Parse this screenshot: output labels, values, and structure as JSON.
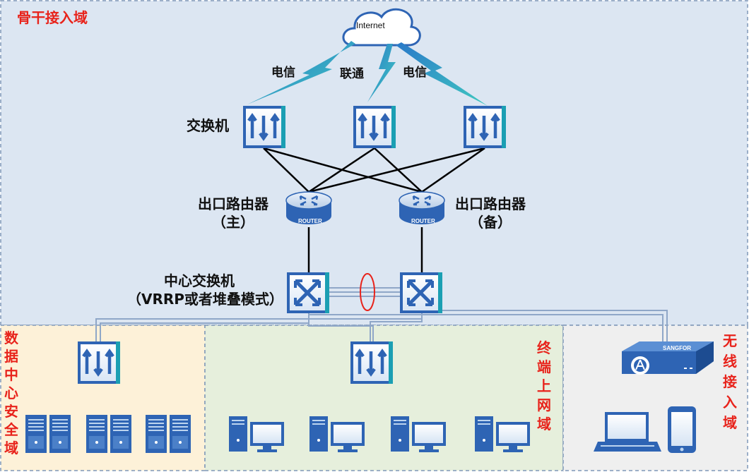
{
  "zones": {
    "backbone": "骨干接入域",
    "datacenter": "数据中心安全域",
    "terminal": "终端上网域",
    "wireless": "无线接入域"
  },
  "internet": {
    "label": "Internet"
  },
  "isp_links": [
    "电信",
    "联通",
    "电信"
  ],
  "labels": {
    "switch": "交换机",
    "router_main_1": "出口路由器",
    "router_main_2": "（主）",
    "router_backup_1": "出口路由器",
    "router_backup_2": "（备）",
    "core_1": "中心交换机",
    "core_2": "（VRRP或者堆叠模式）",
    "router_badge": "ROUTER",
    "ap_brand": "SANGFOR"
  },
  "colors": {
    "backbone_bg": "#dce6f2",
    "datacenter_bg": "#fdf1d8",
    "terminal_bg": "#e6efdc",
    "wireless_bg": "#efefef",
    "device_blue": "#2e64b4",
    "zone_text": "#e8231b"
  }
}
